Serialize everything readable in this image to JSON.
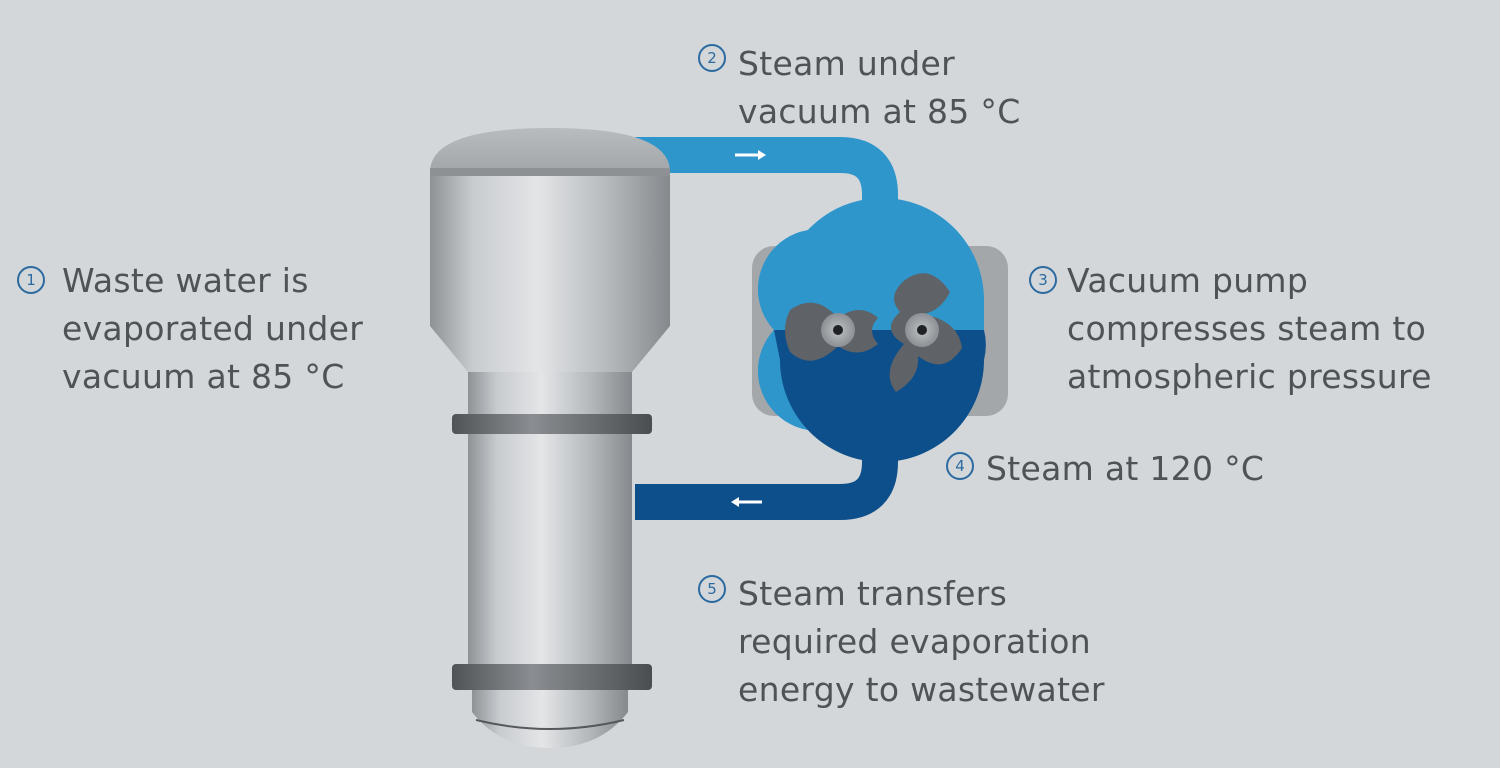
{
  "callouts": [
    {
      "number": "1",
      "lines": [
        "Waste water is",
        "evaporated under",
        "vacuum at 85 °C"
      ]
    },
    {
      "number": "2",
      "lines": [
        "Steam under",
        "vacuum at 85 °C"
      ]
    },
    {
      "number": "3",
      "lines": [
        "Vacuum pump",
        "compresses steam to",
        "atmospheric pressure"
      ]
    },
    {
      "number": "4",
      "lines": [
        "Steam at 120 °C"
      ]
    },
    {
      "number": "5",
      "lines": [
        "Steam transfers",
        "required evaporation",
        "energy to wastewater"
      ]
    }
  ],
  "colors": {
    "background": "#d3d7da",
    "text": "#4f5357",
    "number_badge": "#2c6aa0",
    "steam_low_pressure_pipe": "#2f96cc",
    "steam_high_pressure_pipe": "#0d4f8b",
    "vessel_steel": "#a9adb1",
    "pump_housing": "#a3a7aa",
    "pump_rotor": "#5f6266"
  }
}
